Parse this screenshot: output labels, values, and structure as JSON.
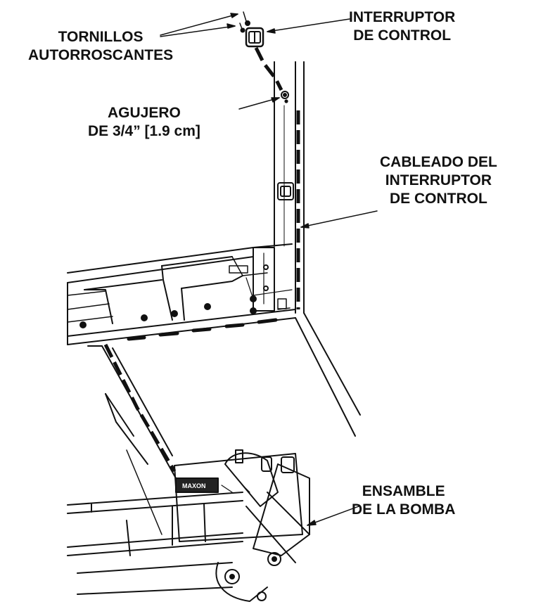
{
  "labels": {
    "tornillos": {
      "line1": "TORNILLOS",
      "line2": "AUTORROSCANTES"
    },
    "interruptor": {
      "line1": "INTERRUPTOR",
      "line2": "DE CONTROL"
    },
    "agujero": {
      "line1": "AGUJERO",
      "line2": "DE 3/4” [1.9 cm]"
    },
    "cableado": {
      "line1": "CABLEADO DEL",
      "line2": "INTERRUPTOR",
      "line3": "DE CONTROL"
    },
    "bomba": {
      "line1": "ENSAMBLE",
      "line2": "DE LA BOMBA"
    }
  },
  "pump_brand": "MAXON",
  "colors": {
    "ink": "#111111",
    "background": "#ffffff",
    "label_plate": "#222222"
  }
}
